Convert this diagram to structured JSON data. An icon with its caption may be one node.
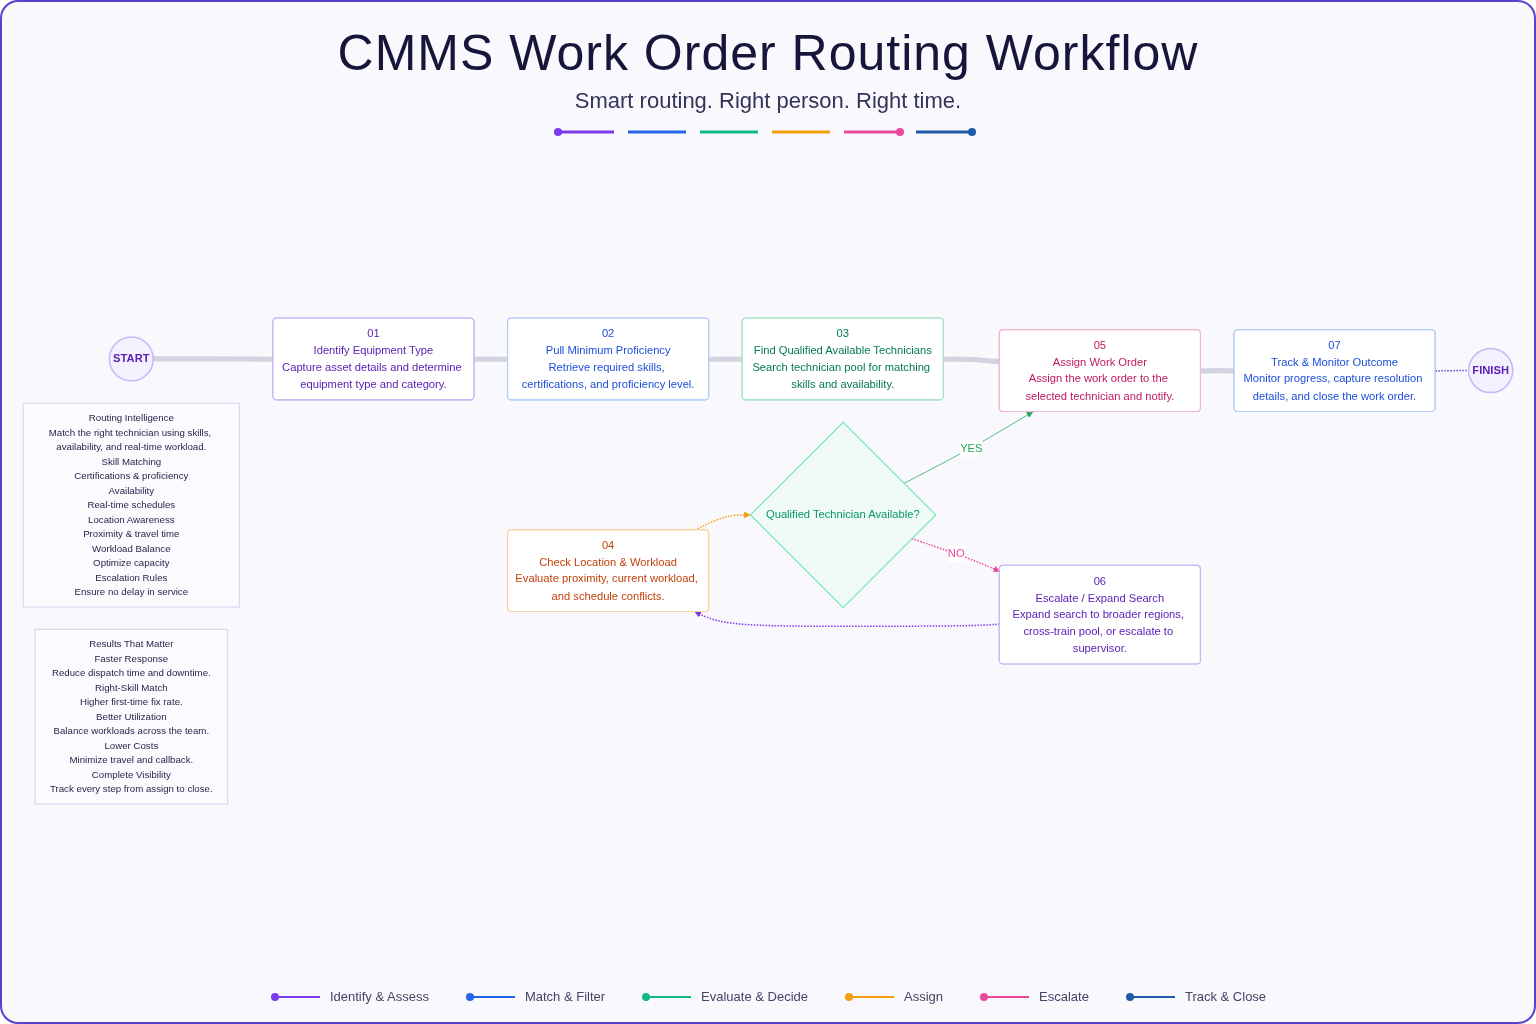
{
  "diagram": {
    "title": "CMMS Work Order Routing Workflow",
    "nodes": [
      {
        "text": [
          "START"
        ]
      },
      {
        "text": [
          "01",
          "Identify Equipment Type",
          "Capture asset details and determine equipment type and category."
        ]
      },
      {
        "text": [
          "02",
          "Pull Minimum Proficiency",
          "Retrieve required skills, certifications, and proficiency level."
        ]
      },
      {
        "text": [
          "03",
          "Find Qualified Available Technicians",
          "Search technician pool for matching skills and availability."
        ]
      },
      {
        "text": [
          "04",
          "Check Location & Workload",
          "Evaluate proximity, current workload, and schedule conflicts."
        ]
      },
      {
        "text": [
          "Qualified Technician Available?"
        ]
      },
      {
        "text": [
          "05",
          "Assign Work Order",
          "Assign the work order to the selected technician and notify."
        ]
      },
      {
        "text": [
          "06",
          "Escalate / Expand Search",
          "Expand search to broader regions, cross-train pool, or escalate to supervisor."
        ]
      },
      {
        "text": [
          "07",
          "Track & Monitor Outcome",
          "Monitor progress, capture resolution details, and close the work order."
        ]
      },
      {
        "text": [
          "FINISH"
        ]
      },
      {
        "text": [
          "Routing Intelligence",
          "Match the right technician using skills, availability, and real-time workload.",
          "Skill Matching",
          "Certifications & proficiency",
          "Availability",
          "Real-time schedules",
          "Location Awareness",
          "Proximity & travel time",
          "Workload Balance",
          "Optimize capacity",
          "Escalation Rules",
          "Ensure no delay in service"
        ]
      },
      {
        "text": [
          "Results That Matter",
          "Faster Response",
          "Reduce dispatch time and downtime.",
          "Right-Skill Match",
          "Higher first-time fix rate.",
          "Better Utilization",
          "Balance workloads across the team.",
          "Lower Costs",
          "Minimize travel and callback.",
          "Complete Visibility",
          "Track every step from assign to close."
        ]
      }
    ],
    "edges": [
      {
        "from": 0,
        "to": 1,
        "arrow": "none",
        "style": "thick"
      },
      {
        "from": 1,
        "to": 2,
        "arrow": "none",
        "style": "thick"
      },
      {
        "from": 2,
        "to": 3,
        "arrow": "none",
        "style": "thick"
      },
      {
        "from": 3,
        "to": 6,
        "arrow": "none",
        "style": "thick"
      },
      {
        "from": 4,
        "to": 5,
        "arrow": "to",
        "style": "dashed",
        "color": "#f59e0b"
      },
      {
        "from": 5,
        "to": 6,
        "arrow": "to",
        "label": "YES",
        "color": "#22a559"
      },
      {
        "from": 5,
        "to": 7,
        "arrow": "to",
        "label": "NO",
        "style": "dashed",
        "color": "#ec4899"
      },
      {
        "from": 7,
        "to": 4,
        "arrow": "to",
        "style": "dashed",
        "color": "#7c3aed"
      },
      {
        "from": 6,
        "to": 8,
        "arrow": "none",
        "style": "thick"
      },
      {
        "from": 8,
        "to": 9,
        "arrow": "none",
        "style": "dashed",
        "color": "#6d3fd9"
      }
    ],
    "labels": [
      "Smart routing. Right person. Right time."
    ],
    "legend": [
      {
        "text": "Identify & Assess"
      },
      {
        "text": "Match & Filter"
      },
      {
        "text": "Evaluate & Decide"
      },
      {
        "text": "Assign"
      },
      {
        "text": "Escalate"
      },
      {
        "text": "Track & Close"
      }
    ]
  }
}
